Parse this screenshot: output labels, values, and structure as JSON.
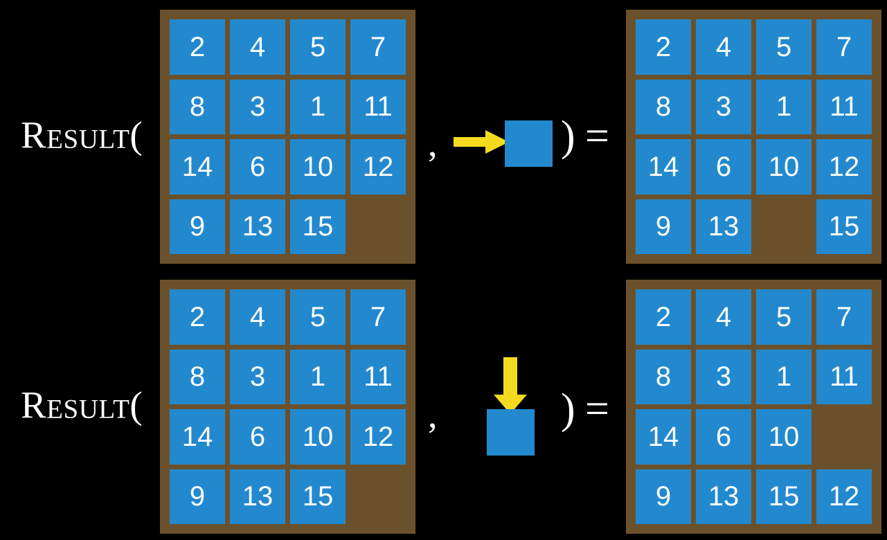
{
  "background_color": "#000000",
  "colors": {
    "board_frame": "#6b512b",
    "tile": "#2389ce",
    "tile_text": "#ffffff",
    "arrow": "#f5db20",
    "text": "#ffffff"
  },
  "rows": [
    {
      "label": "Result(",
      "comma": ",",
      "close_paren": ")",
      "equals": "=",
      "move_icon": "arrow-right-icon",
      "move_direction": "right",
      "input_board": {
        "rows": 4,
        "cols": 4,
        "tiles": [
          [
            "2",
            "4",
            "5",
            "7"
          ],
          [
            "8",
            "3",
            "1",
            "11"
          ],
          [
            "14",
            "6",
            "10",
            "12"
          ],
          [
            "9",
            "13",
            "15",
            ""
          ]
        ]
      },
      "output_board": {
        "rows": 4,
        "cols": 4,
        "tiles": [
          [
            "2",
            "4",
            "5",
            "7"
          ],
          [
            "8",
            "3",
            "1",
            "11"
          ],
          [
            "14",
            "6",
            "10",
            "12"
          ],
          [
            "9",
            "13",
            "",
            "15"
          ]
        ]
      }
    },
    {
      "label": "Result(",
      "comma": ",",
      "close_paren": ")",
      "equals": "=",
      "move_icon": "arrow-down-icon",
      "move_direction": "down",
      "input_board": {
        "rows": 4,
        "cols": 4,
        "tiles": [
          [
            "2",
            "4",
            "5",
            "7"
          ],
          [
            "8",
            "3",
            "1",
            "11"
          ],
          [
            "14",
            "6",
            "10",
            "12"
          ],
          [
            "9",
            "13",
            "15",
            ""
          ]
        ]
      },
      "output_board": {
        "rows": 4,
        "cols": 4,
        "tiles": [
          [
            "2",
            "4",
            "5",
            "7"
          ],
          [
            "8",
            "3",
            "1",
            "11"
          ],
          [
            "14",
            "6",
            "10",
            ""
          ],
          [
            "9",
            "13",
            "15",
            "12"
          ]
        ]
      }
    }
  ]
}
